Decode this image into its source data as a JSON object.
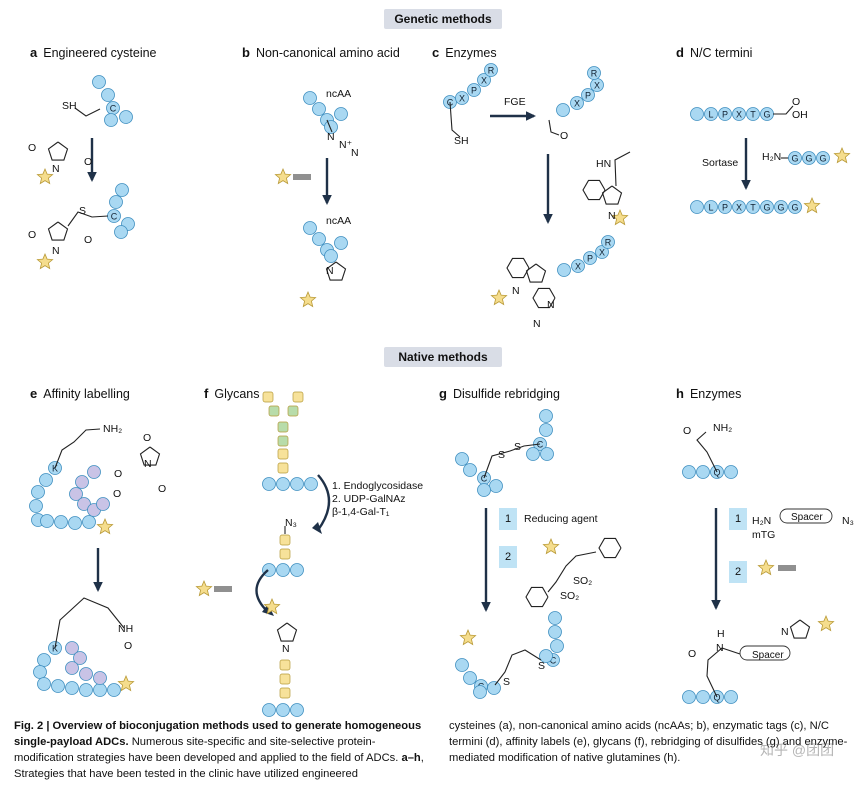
{
  "headers": {
    "genetic": "Genetic methods",
    "native": "Native methods"
  },
  "panels": {
    "a": {
      "letter": "a",
      "title": "Engineered cysteine"
    },
    "b": {
      "letter": "b",
      "title": "Non-canonical amino acid"
    },
    "c": {
      "letter": "c",
      "title": "Enzymes"
    },
    "d": {
      "letter": "d",
      "title": "N/C termini"
    },
    "e": {
      "letter": "e",
      "title": "Affinity labelling"
    },
    "f": {
      "letter": "f",
      "title": "Glycans"
    },
    "g": {
      "letter": "g",
      "title": "Disulfide rebridging"
    },
    "h": {
      "letter": "h",
      "title": "Enzymes"
    }
  },
  "labels": {
    "sh": "SH",
    "s": "S",
    "o": "O",
    "n": "N",
    "ncaa": "ncAA",
    "fge": "FGE",
    "oh": "OH",
    "sortase": "Sortase",
    "h2n": "H₂N",
    "nh2": "NH₂",
    "nh": "NH",
    "h": "H",
    "n3": "N₃",
    "so2": "SO₂",
    "hn": "HN",
    "c": "C",
    "k": "K",
    "q": "Q",
    "azide": "N⁺",
    "glycan_steps": [
      "1. Endoglycosidase",
      "2. UDP-GalNAz",
      "β-1,4-Gal-T₁"
    ],
    "step1": "1",
    "step2": "2",
    "reducing_agent": "Reducing agent",
    "spacer": "Spacer",
    "mtg": "mTG",
    "d_top_seq": [
      "L",
      "P",
      "X",
      "T",
      "G"
    ],
    "d_mid_seq": [
      "G",
      "G",
      "G"
    ],
    "d_bot_seq": [
      "L",
      "P",
      "X",
      "T",
      "G",
      "G",
      "G"
    ],
    "c_seq": [
      "C",
      "X",
      "P",
      "X",
      "R"
    ],
    "c_seq2": [
      "X",
      "P",
      "X",
      "R"
    ]
  },
  "caption": {
    "fig": "Fig. 2 | Overview of bioconjugation methods used to generate homogeneous single-payload ADCs.",
    "body1": " Numerous site-specific and site-selective protein-modification strategies have been developed and applied to the field of ADCs. ",
    "ah": "a–h",
    "body2": ", Strategies that have been tested in the clinic have utilized engineered",
    "right": "cysteines (a), non-canonical amino acids (ncAAs; b), enzymatic tags (c), N/C termini (d), affinity labels (e), glycans (f), rebridging of disulfides (g) and enzyme-mediated modification of native glutamines (h)."
  },
  "watermark": "知乎 @团团",
  "colors": {
    "bead": "#a9d8f2",
    "bead_stroke": "#3f8fc0",
    "purple": "#c9c3e6",
    "yellow_bead": "#f7e29a",
    "green_bead": "#b8dcaa",
    "star": "#f5dd8d",
    "arrow": "#1f3148",
    "pill": "#d9dde6"
  }
}
